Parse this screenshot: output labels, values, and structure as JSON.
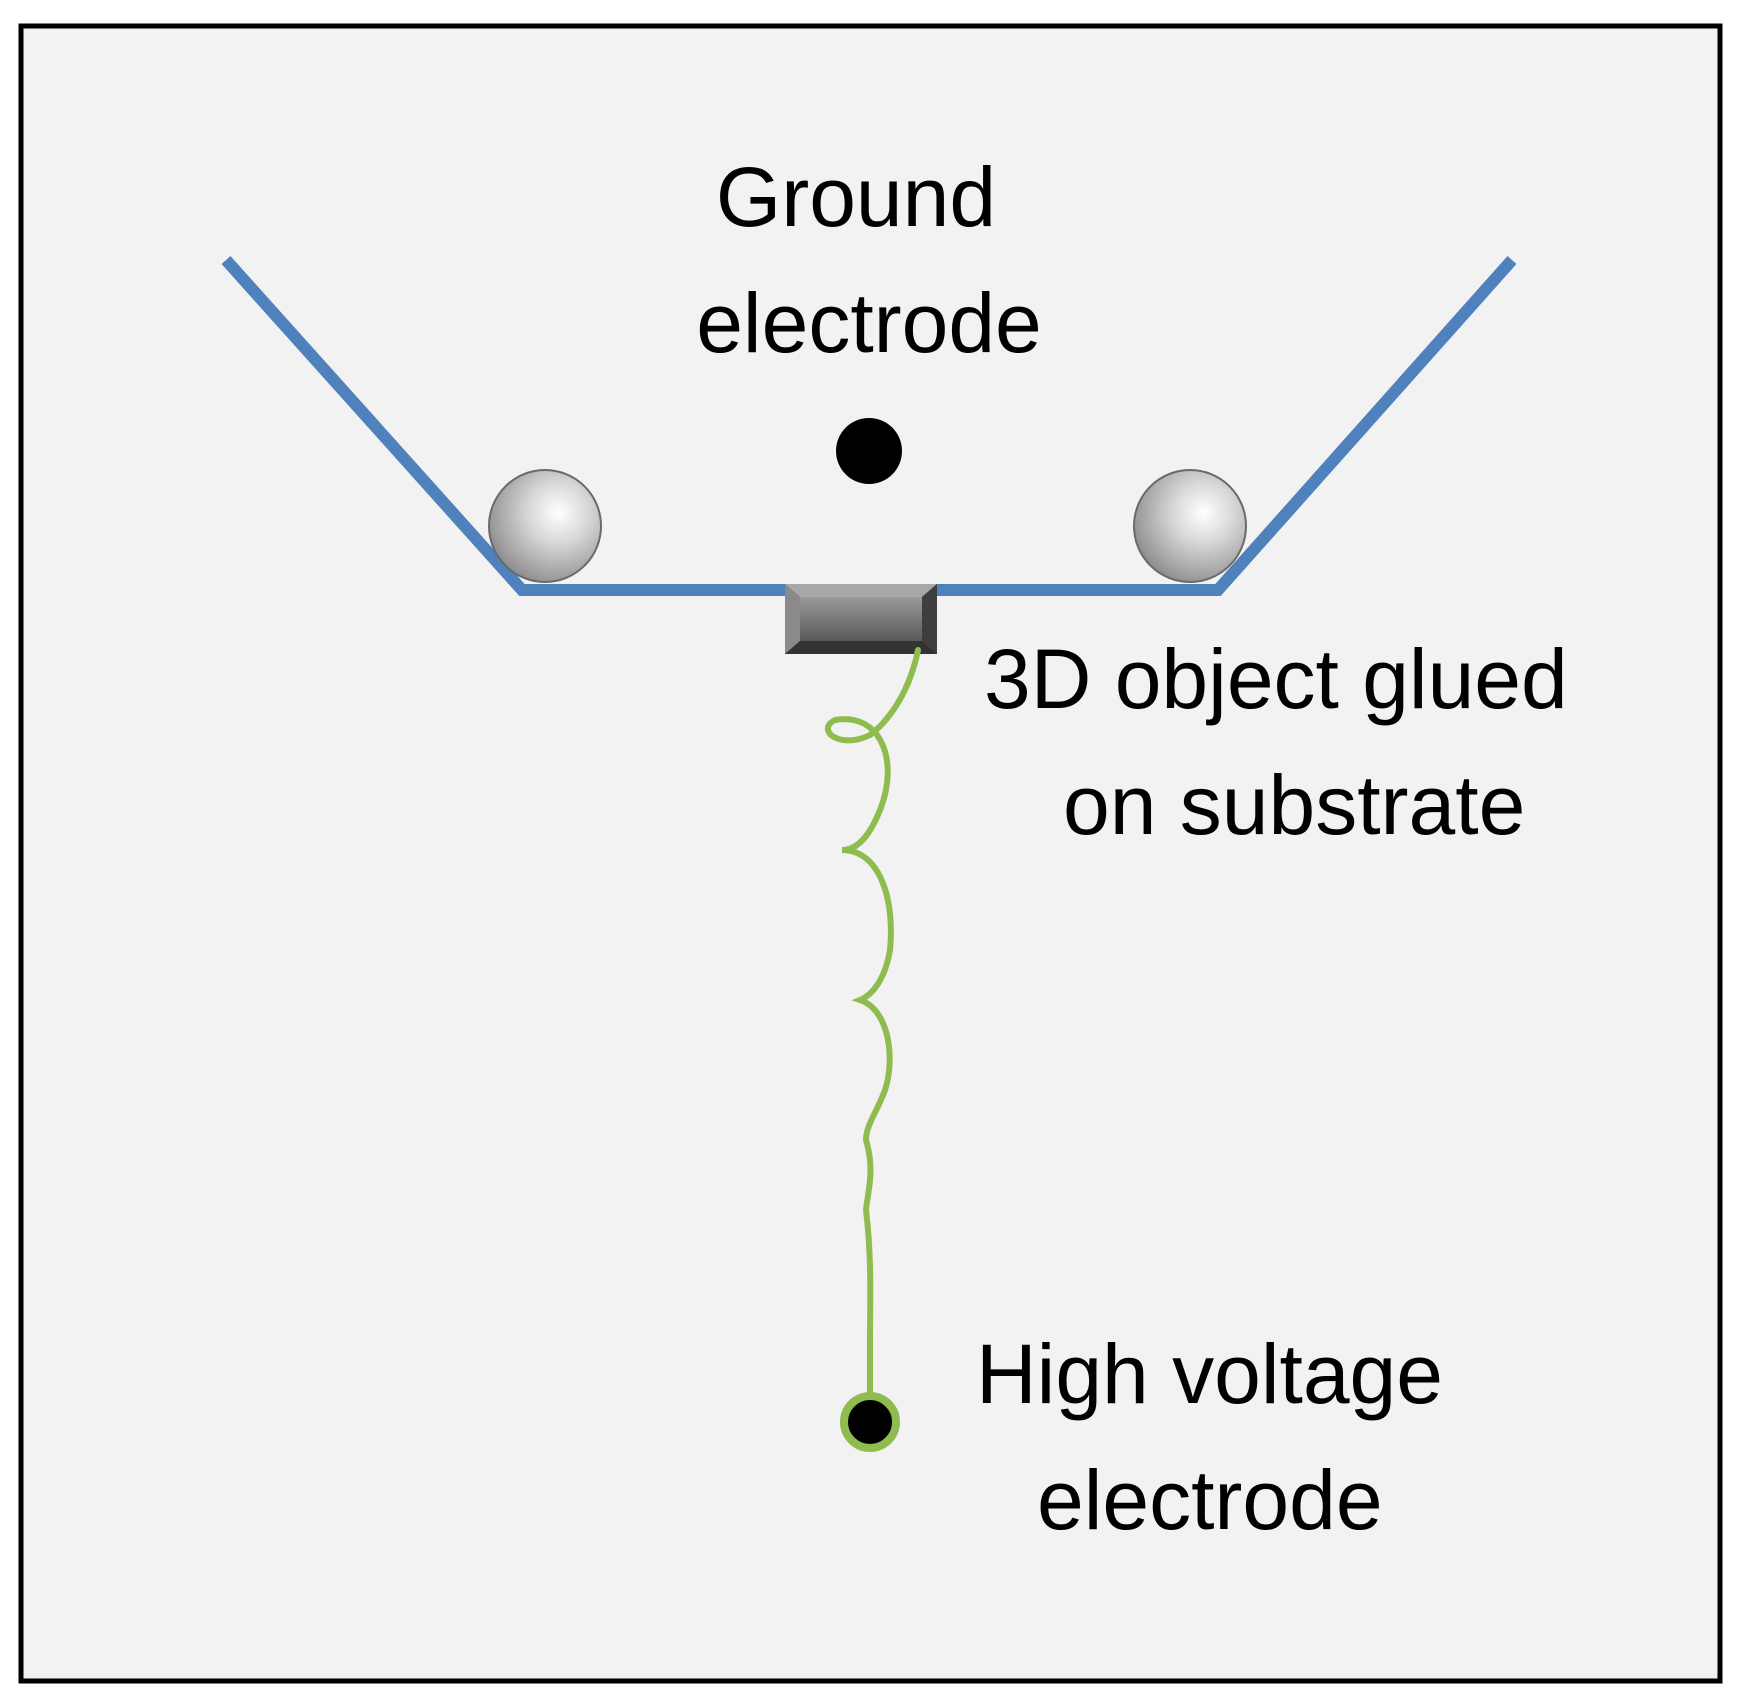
{
  "labels": {
    "ground_line1": "Ground",
    "ground_line2": "electrode",
    "object_line1": "3D object glued",
    "object_line2": "on substrate",
    "hv_line1": "High voltage",
    "hv_line2": "electrode"
  },
  "colors": {
    "background": "#f2f2f2",
    "frame": "#000000",
    "substrate": "#4f81bd",
    "wire": "#8fbc4f",
    "object": "#6b6b6b",
    "electrode_dot": "#000000",
    "text": "#000000"
  }
}
